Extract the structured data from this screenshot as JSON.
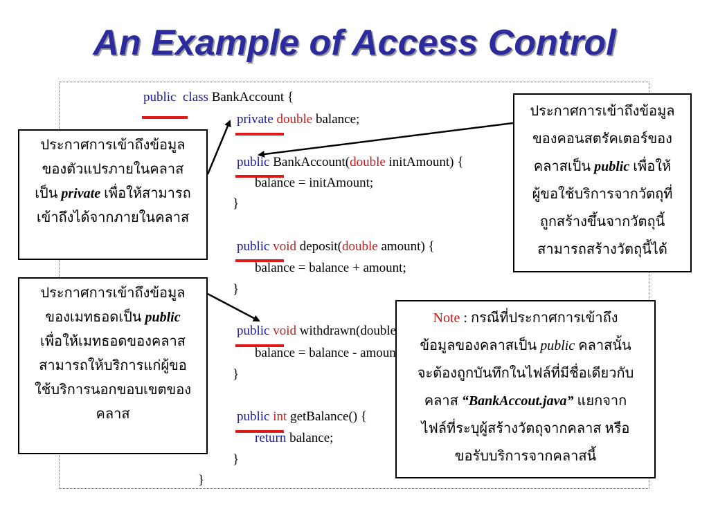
{
  "title": "An Example of Access Control",
  "code": {
    "line1": {
      "mod": "public",
      "kw": "class",
      "rest": " BankAccount {"
    },
    "line2": {
      "mod": "private",
      "type": "double",
      "rest": " balance;"
    },
    "line3": {
      "mod": "public",
      "rest1": " BankAccount(",
      "type": "double",
      "rest2": " initAmount) {"
    },
    "line4": "balance = initAmount;",
    "line5": "}",
    "line6": {
      "mod": "public",
      "type": "void",
      "rest1": " deposit(",
      "type2": "double",
      "rest2": " amount) {"
    },
    "line7": "balance = balance + amount;",
    "line8": "}",
    "line9": {
      "mod": "public",
      "type": "void",
      "rest": " withdrawn(double amount) {"
    },
    "line10": "balance = balance - amount;",
    "line11": "}",
    "line12": {
      "mod": "public",
      "type": "int",
      "rest": " getBalance() {"
    },
    "line13": {
      "kw": "return",
      "rest": " balance;"
    },
    "line14": "}",
    "line15": "}"
  },
  "callout_private": {
    "l1": "ประกาศการเข้าถึงข้อมูล",
    "l2": "ของตัวแปรภายในคลาส",
    "l3a": "เป็น ",
    "l3b": "private",
    "l3c": " เพื่อให้สามารถ",
    "l4": "เข้าถึงได้จากภายในคลาส"
  },
  "callout_method": {
    "l1": "ประกาศการเข้าถึงข้อมูล",
    "l2a": "ของเมทธอดเป็น ",
    "l2b": "public",
    "l3": "เพื่อให้เมทธอดของคลาส",
    "l4": "สามารถให้บริการแก่ผู้ขอ",
    "l5": "ใช้บริการนอกขอบเขตของ",
    "l6": "คลาส"
  },
  "callout_constructor": {
    "l1": "ประกาศการเข้าถึงข้อมูล",
    "l2": "ของคอนสตรัคเตอร์ของ",
    "l3a": "คลาสเป็น ",
    "l3b": "public",
    "l3c": " เพื่อให้",
    "l4": "ผู้ขอใช้บริการจากวัตถุที่",
    "l5": "ถูกสร้างขึ้นจากวัตถุนี้",
    "l6": "สามารถสร้างวัตถุนี้ได้"
  },
  "note": {
    "label": "Note",
    "l1": " : กรณีที่ประกาศการเข้าถึง",
    "l2a": "ข้อมูลของคลาสเป็น ",
    "l2b": "public",
    "l2c": "  คลาสนั้น",
    "l3": "จะต้องถูกบันทึกในไฟล์ที่มีชื่อเดียวกับ",
    "l4a": "คลาส ",
    "l4b": "“BankAccout.java”",
    "l4c": " แยกจาก",
    "l5": "ไฟล์ที่ระบุผู้สร้างวัตถุจากคลาส หรือ",
    "l6": "ขอรับบริการจากคลาสนี้"
  },
  "colors": {
    "title": "#2b2b9e",
    "keyword_blue": "#1a1aa6",
    "keyword_red": "#c81a1a",
    "underline": "#e01818"
  }
}
